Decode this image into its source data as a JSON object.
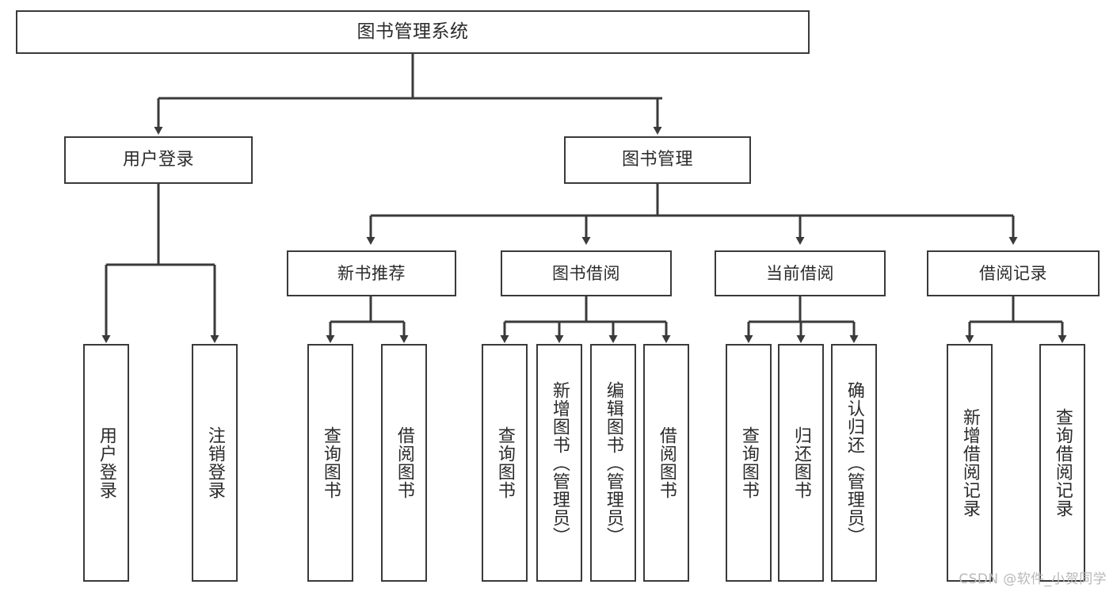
{
  "diagram": {
    "title": "图书管理系统",
    "watermark": "CSDN @软件_小贺同学",
    "edge_color": "#3a3a3a",
    "box_border_color": "#3a3a3a",
    "box_fill_color": "#ffffff",
    "text_color": "#2b2b2b",
    "watermark_color": "#b9b9b9",
    "root": {
      "label": "图书管理系统"
    },
    "level1": [
      {
        "label": "用户登录"
      },
      {
        "label": "图书管理"
      }
    ],
    "level2": [
      {
        "label": "新书推荐"
      },
      {
        "label": "图书借阅"
      },
      {
        "label": "当前借阅"
      },
      {
        "label": "借阅记录"
      }
    ],
    "leaves": {
      "user_login": [
        {
          "label": "用户登录"
        },
        {
          "label": "注销登录"
        }
      ],
      "new_book_recommend": [
        {
          "label": "查询图书"
        },
        {
          "label": "借阅图书"
        }
      ],
      "book_borrow": [
        {
          "label": "查询图书"
        },
        {
          "label": "新增图书（管理员）"
        },
        {
          "label": "编辑图书（管理员）"
        },
        {
          "label": "借阅图书"
        }
      ],
      "current_borrow": [
        {
          "label": "查询图书"
        },
        {
          "label": "归还图书"
        },
        {
          "label": "确认归还（管理员）"
        }
      ],
      "borrow_record": [
        {
          "label": "新增借阅记录"
        },
        {
          "label": "查询借阅记录"
        }
      ]
    }
  }
}
